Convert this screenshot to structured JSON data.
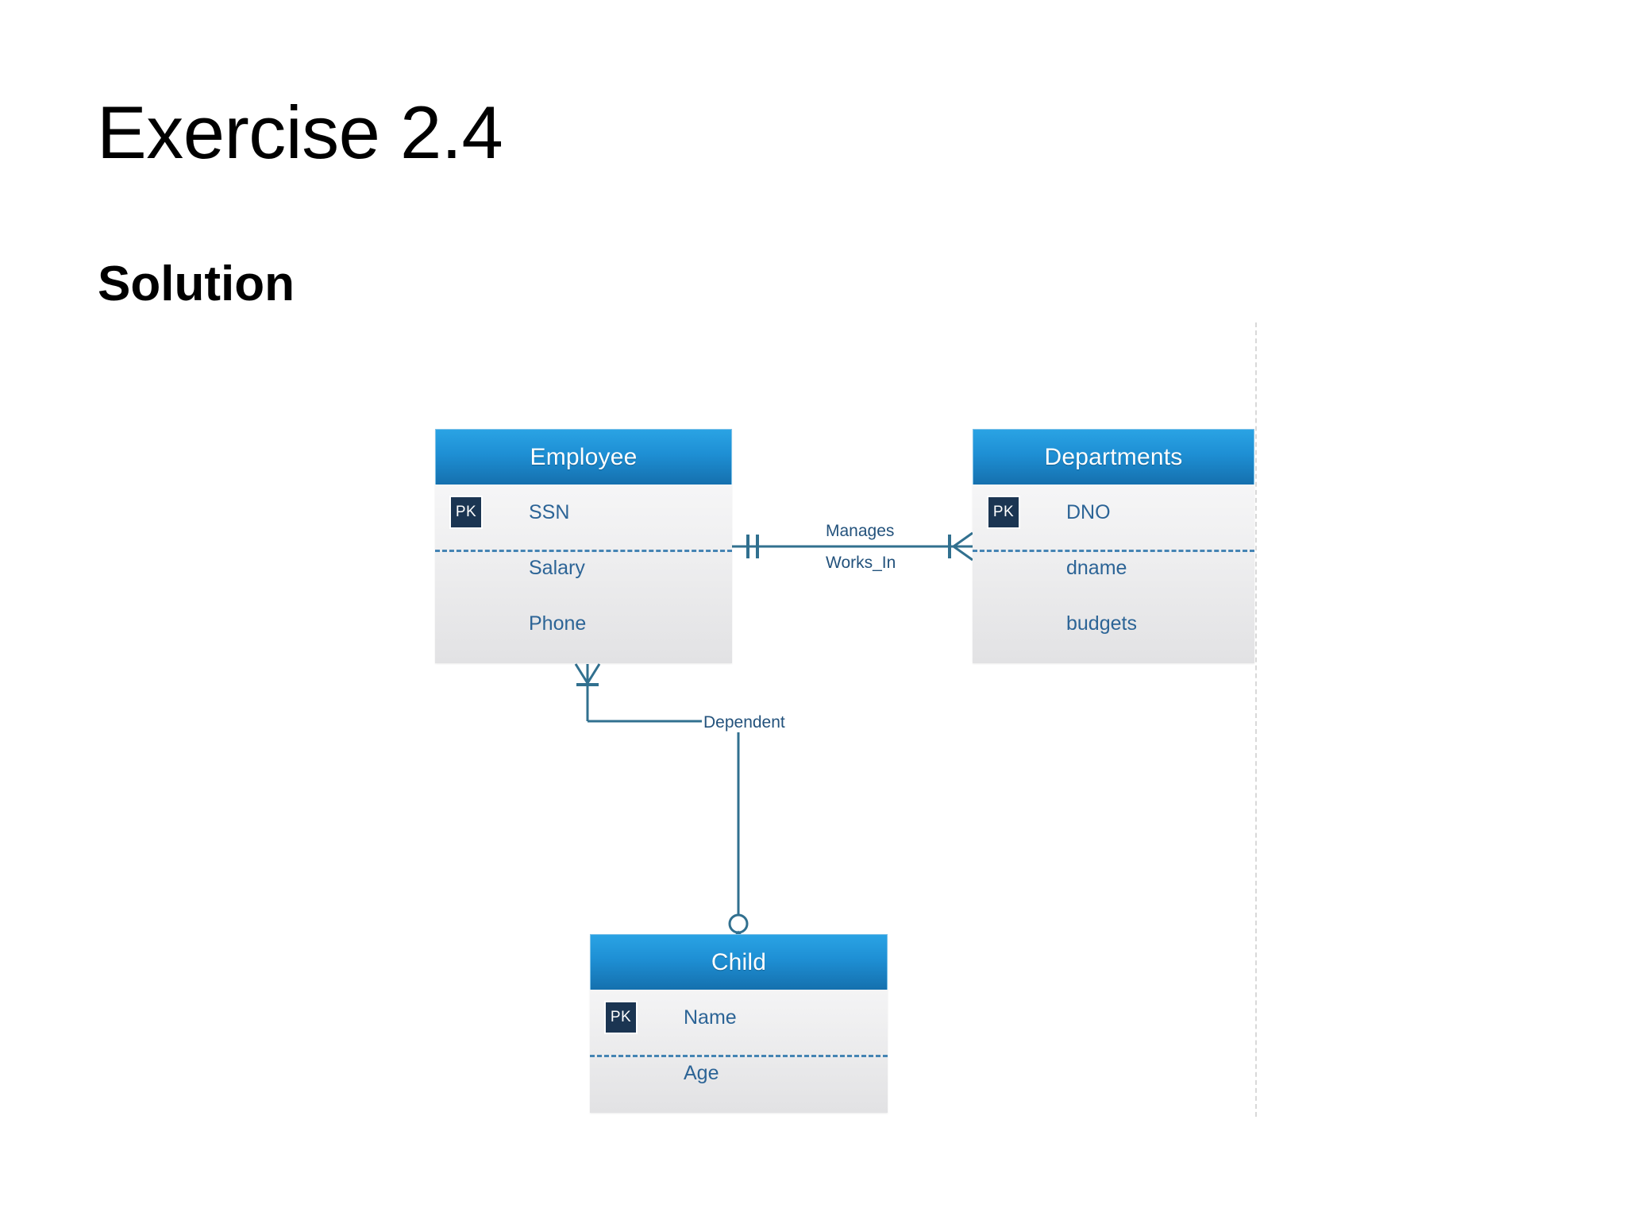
{
  "slide": {
    "title": "Exercise 2.4",
    "subtitle": "Solution"
  },
  "diagram": {
    "type": "entity-relationship",
    "notation": "crow's-foot",
    "colors": {
      "header_top": "#2aa3e4",
      "header_bottom": "#1570ae",
      "pk_badge": "#1b3552",
      "attribute_text": "#2c6496",
      "connector": "#31708f",
      "body_top": "#fbfbfc",
      "body_bottom": "#e2e2e4"
    },
    "entities": [
      {
        "id": "employee",
        "name": "Employee",
        "attributes": [
          {
            "name": "SSN",
            "key": "PK"
          },
          {
            "name": "Salary",
            "key": ""
          },
          {
            "name": "Phone",
            "key": ""
          }
        ]
      },
      {
        "id": "departments",
        "name": "Departments",
        "attributes": [
          {
            "name": "DNO",
            "key": "PK"
          },
          {
            "name": "dname",
            "key": ""
          },
          {
            "name": "budgets",
            "key": ""
          }
        ]
      },
      {
        "id": "child",
        "name": "Child",
        "attributes": [
          {
            "name": "Name",
            "key": "PK"
          },
          {
            "name": "Age",
            "key": ""
          }
        ]
      }
    ],
    "relationships": [
      {
        "id": "manages",
        "label": "Manages",
        "from": "Employee",
        "to": "Departments",
        "from_cardinality": "one-and-only-one",
        "to_cardinality": "one-or-many"
      },
      {
        "id": "works_in",
        "label": "Works_In",
        "from": "Employee",
        "to": "Departments",
        "from_cardinality": "one-and-only-one",
        "to_cardinality": "one-or-many"
      },
      {
        "id": "dependent",
        "label": "Dependent",
        "from": "Employee",
        "to": "Child",
        "from_cardinality": "one-or-many",
        "to_cardinality": "zero-or-many"
      }
    ],
    "key_badge_text": "PK"
  }
}
